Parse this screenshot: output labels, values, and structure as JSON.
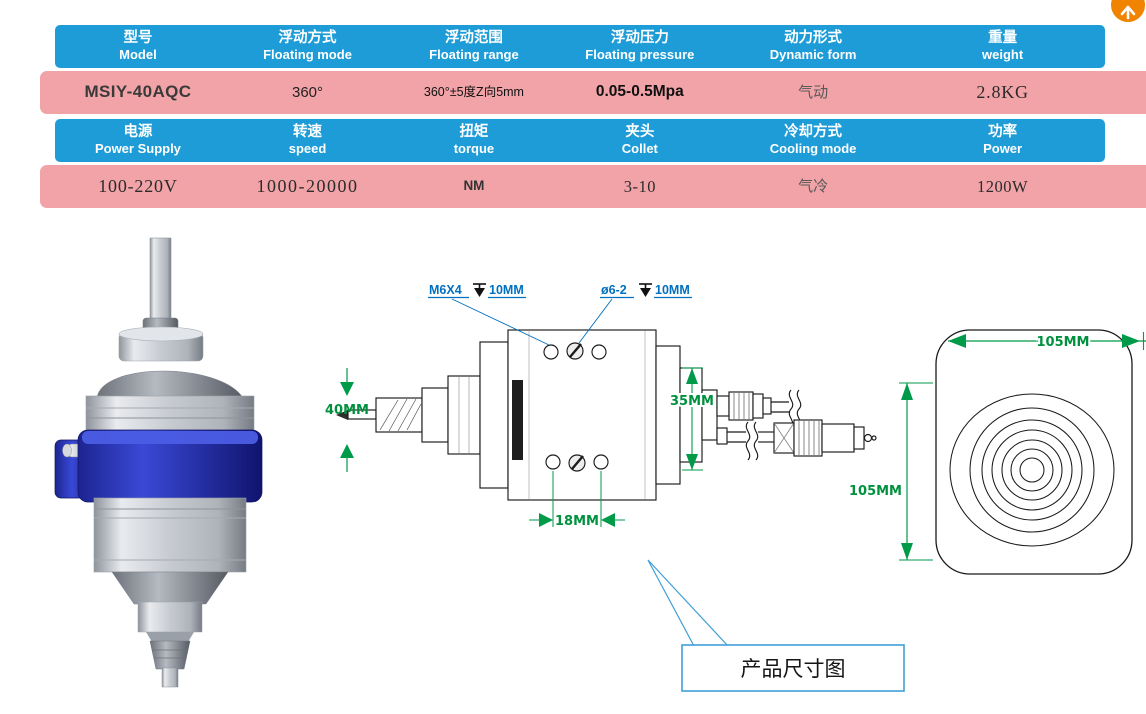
{
  "colors": {
    "header_blue": "#1e9cd7",
    "row_pink": "#f2a3a8",
    "dim_green": "#009a48",
    "note_blue": "#0070c0",
    "callout_border": "#3f9fd8",
    "top_button_orange": "#f08300"
  },
  "spec_table": {
    "headers1": [
      {
        "zh": "型号",
        "en": "Model"
      },
      {
        "zh": "浮动方式",
        "en": "Floating mode"
      },
      {
        "zh": "浮动范围",
        "en": "Floating range"
      },
      {
        "zh": "浮动压力",
        "en": "Floating pressure"
      },
      {
        "zh": "动力形式",
        "en": "Dynamic form"
      },
      {
        "zh": "重量",
        "en": "weight"
      }
    ],
    "row1": [
      "MSIY-40AQC",
      "360°",
      "360°±5度Z向5mm",
      "0.05-0.5Mpa",
      "气动",
      "2.8KG"
    ],
    "headers2": [
      {
        "zh": "电源",
        "en": "Power Supply"
      },
      {
        "zh": "转速",
        "en": "speed"
      },
      {
        "zh": "扭矩",
        "en": "torque"
      },
      {
        "zh": "夹头",
        "en": "Collet"
      },
      {
        "zh": "冷却方式",
        "en": "Cooling mode"
      },
      {
        "zh": "功率",
        "en": "Power"
      }
    ],
    "row2": [
      "100-220V",
      "1000-20000",
      "NM",
      "3-10",
      "气冷",
      "1200W"
    ]
  },
  "drawing": {
    "thread_note": "M6X4",
    "thread_depth": "10MM",
    "hole_note": "ø6-2",
    "hole_depth": "10MM",
    "dim_40": "40MM",
    "dim_35": "35MM",
    "dim_18": "18MM",
    "dim_width_105": "105MM",
    "dim_height_105": "105MM",
    "callout": "产品尺寸图"
  }
}
